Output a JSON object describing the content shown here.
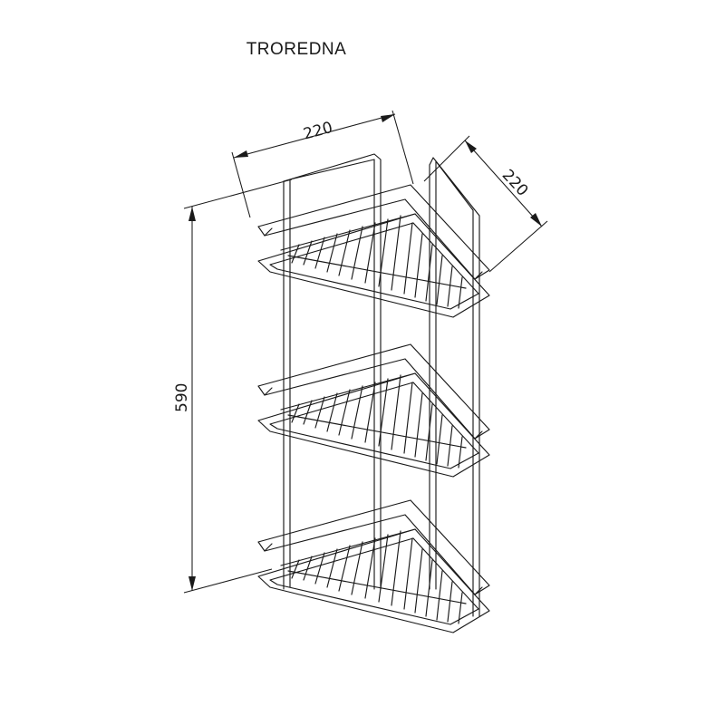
{
  "title": "TROREDNA",
  "dimensions": {
    "width_top": "220",
    "depth_side": "220",
    "height": "590"
  },
  "colors": {
    "line": "#1a1a1a",
    "background": "#ffffff"
  },
  "product": {
    "shelves": 3
  }
}
